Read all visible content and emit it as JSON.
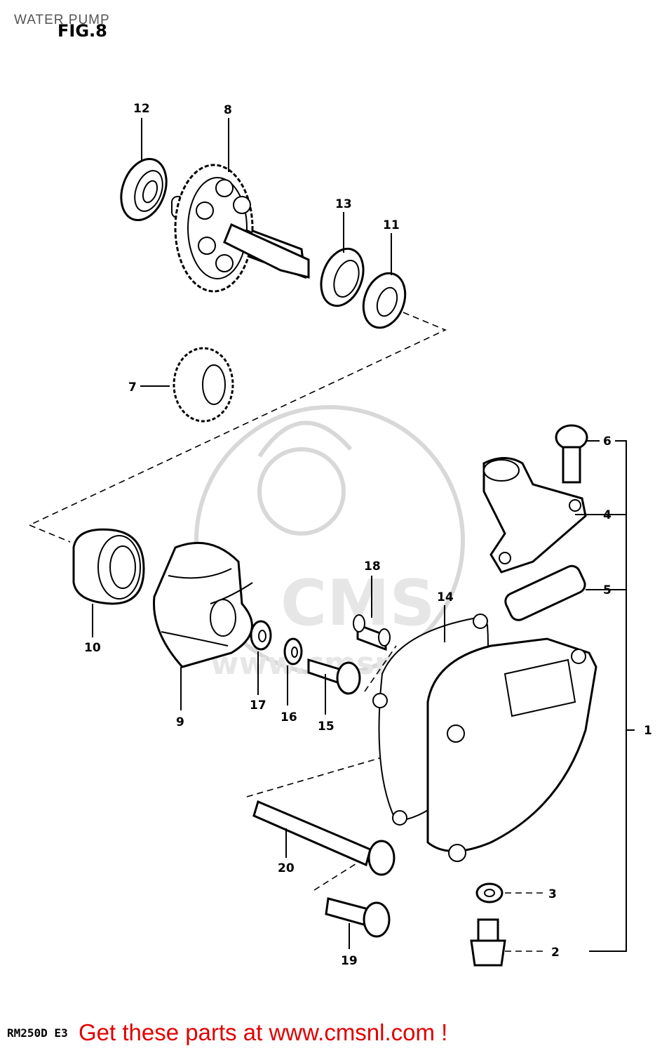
{
  "header": {
    "title": "WATER PUMP",
    "figure_label": "FIG.8"
  },
  "footer": {
    "model_code": "RM250D E3",
    "link_text": "Get these parts at www.cmsnl.com !"
  },
  "watermark": {
    "text": "CMS",
    "url_text": "www.cmsnl.com"
  },
  "callouts": {
    "c1": "1",
    "c2": "2",
    "c3": "3",
    "c4": "4",
    "c5": "5",
    "c6": "6",
    "c7": "7",
    "c8": "8",
    "c9": "9",
    "c10": "10",
    "c11": "11",
    "c12": "12",
    "c13": "13",
    "c14": "14",
    "c15": "15",
    "c16": "16",
    "c17": "17",
    "c18": "18",
    "c19": "19",
    "c20": "20"
  }
}
